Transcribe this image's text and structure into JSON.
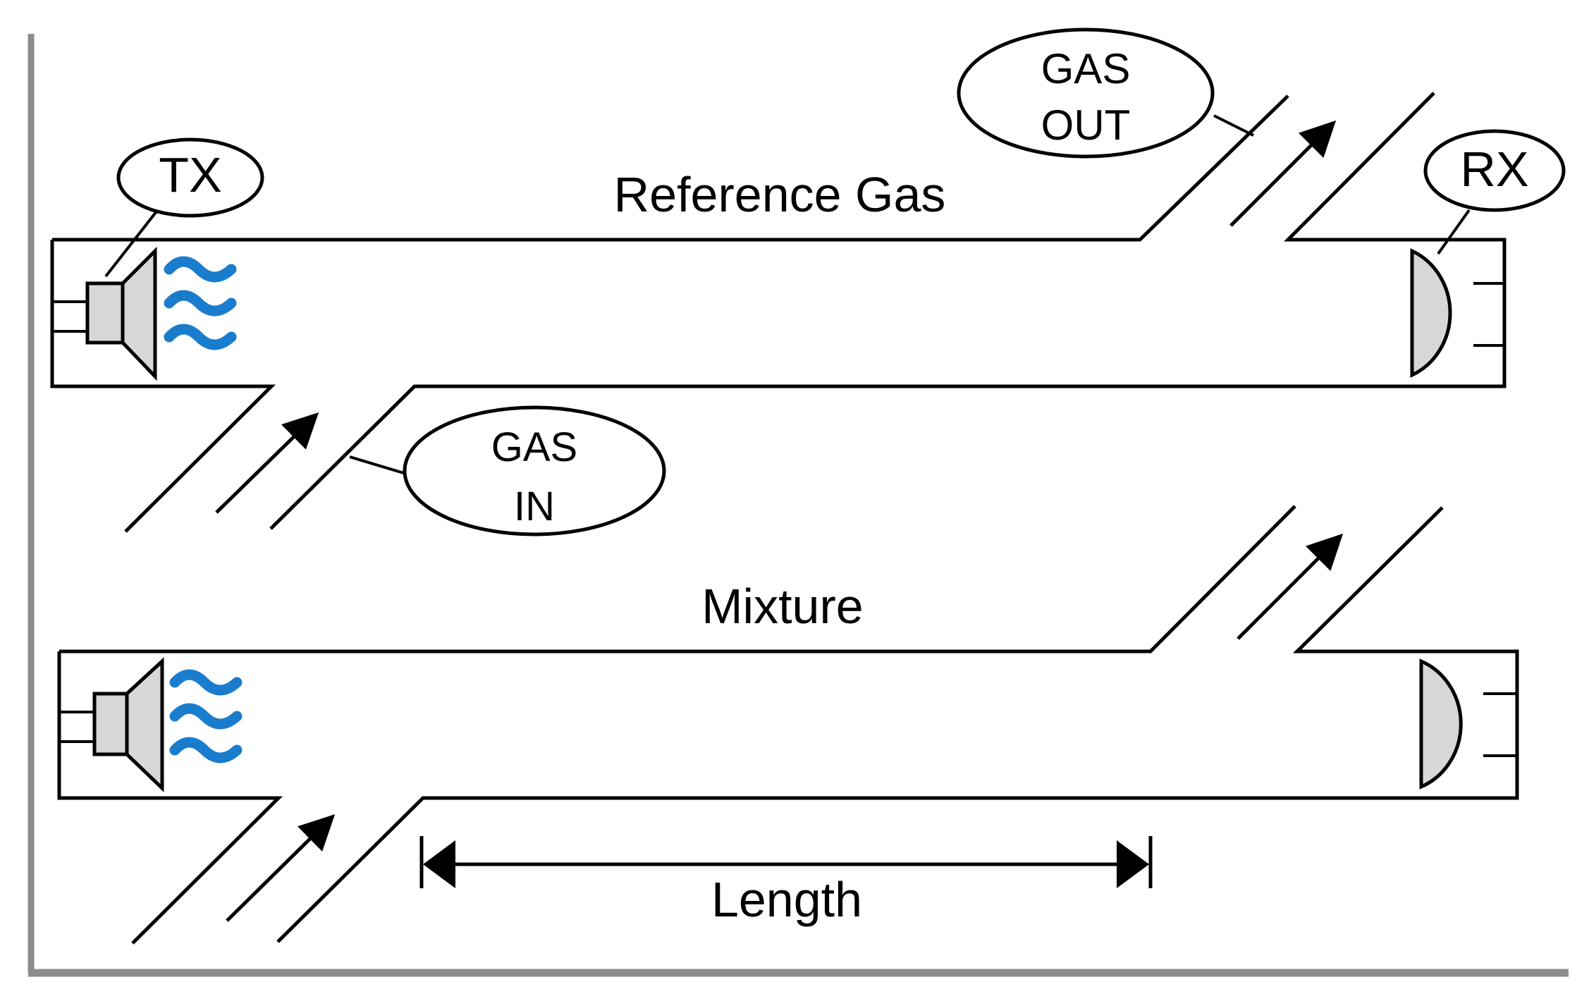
{
  "labels": {
    "tx": "TX",
    "rx": "RX",
    "reference_gas": "Reference Gas",
    "mixture": "Mixture",
    "gas_out_line1": "GAS",
    "gas_out_line2": "OUT",
    "gas_in_line1": "GAS",
    "gas_in_line2": "IN",
    "length": "Length"
  },
  "colors": {
    "wave": "#1a7ccc",
    "component_fill": "#d7d7d7",
    "frame": "#8c8c8c"
  },
  "icons": {
    "transmitter": "speaker-icon",
    "receiver": "dome-sensor-icon",
    "sound_wave": "sound-wave-icon",
    "flow_arrow": "diagonal-arrow-icon"
  }
}
